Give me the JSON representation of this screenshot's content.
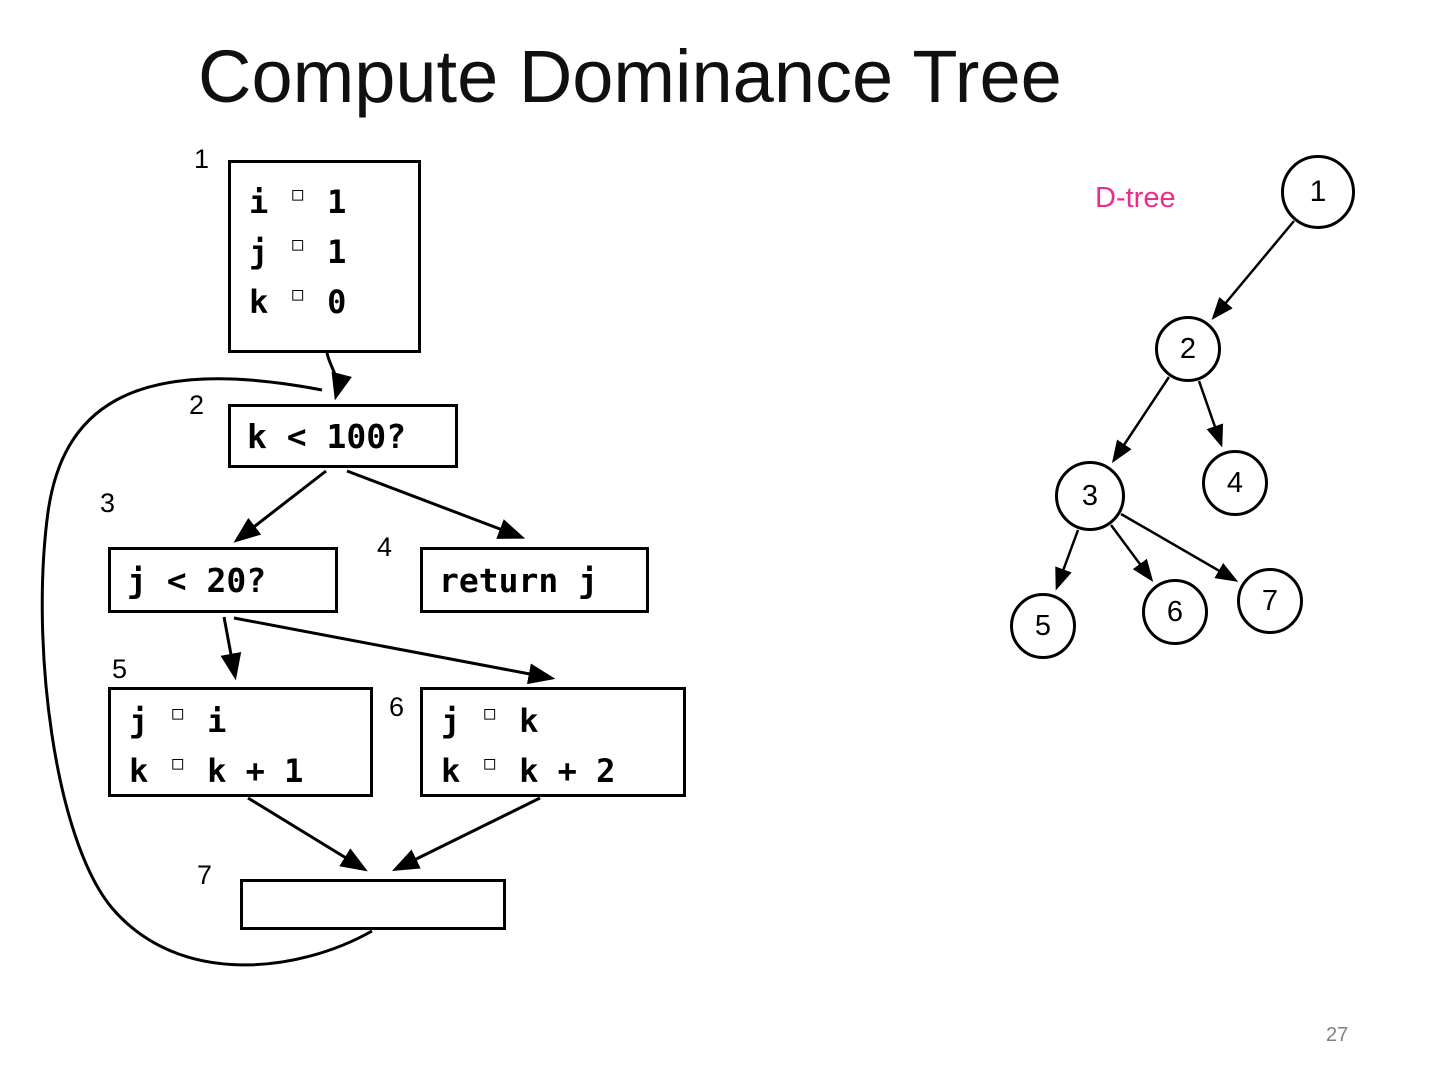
{
  "slide": {
    "title": "Compute Dominance Tree",
    "page_number": "27"
  },
  "colors": {
    "stroke": "#000000",
    "dtree_label": "#ee2a8b",
    "page_number_gray": "#808080"
  },
  "cfg": {
    "blocks": {
      "b1": {
        "label": "1",
        "lines": [
          {
            "v": "i",
            "op": "□",
            "e": "1"
          },
          {
            "v": "j",
            "op": "□",
            "e": "1"
          },
          {
            "v": "k",
            "op": "□",
            "e": "0"
          }
        ]
      },
      "b2": {
        "label": "2",
        "text": "k < 100?"
      },
      "b3": {
        "label": "3",
        "text": "j < 20?"
      },
      "b4": {
        "label": "4",
        "text": "return j"
      },
      "b5": {
        "label": "5",
        "lines": [
          {
            "v": "j",
            "op": "□",
            "e": "i"
          },
          {
            "v": "k",
            "op": "□",
            "e": "k + 1"
          }
        ]
      },
      "b6": {
        "label": "6",
        "lines": [
          {
            "v": "j",
            "op": "□",
            "e": "k"
          },
          {
            "v": "k",
            "op": "□",
            "e": "k + 2"
          }
        ]
      },
      "b7": {
        "label": "7",
        "text": ""
      }
    },
    "edges": [
      "1→2",
      "2→3",
      "2→4",
      "3→5",
      "3→6",
      "5→7",
      "6→7",
      "7→2 back edge"
    ]
  },
  "dtree": {
    "label": "D-tree",
    "nodes": [
      "1",
      "2",
      "3",
      "4",
      "5",
      "6",
      "7"
    ],
    "edges": [
      "1→2",
      "2→3",
      "2→4",
      "3→5",
      "3→6",
      "3→7"
    ]
  }
}
